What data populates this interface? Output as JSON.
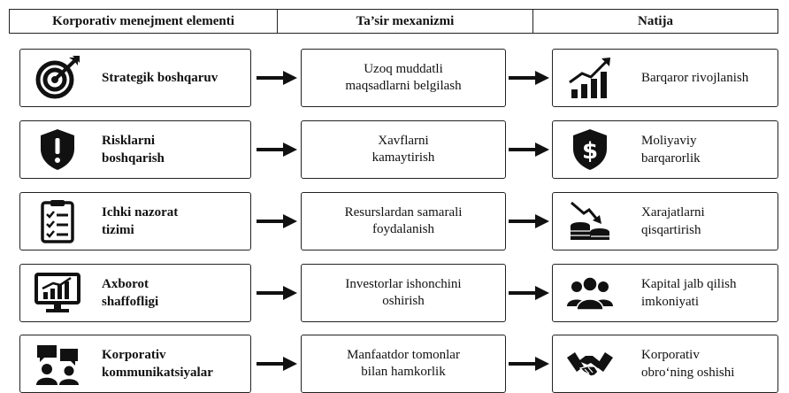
{
  "header": {
    "col1": "Korporativ menejment elementi",
    "col2": "Ta’sir mexanizmi",
    "col3": "Natija"
  },
  "rows": [
    {
      "element": [
        "Strategik boshqaruv"
      ],
      "mechanism": [
        "Uzoq muddatli",
        "maqsadlarni belgilash"
      ],
      "result": [
        "Barqaror rivojlanish"
      ],
      "element_icon": "target-icon",
      "result_icon": "growth-chart-icon"
    },
    {
      "element": [
        "Risklarni",
        "boshqarish"
      ],
      "mechanism": [
        "Xavflarni",
        "kamaytirish"
      ],
      "result": [
        "Moliyaviy",
        "barqarorlik"
      ],
      "element_icon": "shield-warning-icon",
      "result_icon": "dollar-shield-icon"
    },
    {
      "element": [
        "Ichki nazorat",
        "tizimi"
      ],
      "mechanism": [
        "Resurslardan samarali",
        "foydalanish"
      ],
      "result": [
        "Xarajatlarni",
        "qisqartirish"
      ],
      "element_icon": "checklist-icon",
      "result_icon": "coins-down-icon"
    },
    {
      "element": [
        "Axborot",
        "shaffofligi"
      ],
      "mechanism": [
        "Investorlar ishonchini",
        "oshirish"
      ],
      "result": [
        "Kapital jalb qilish",
        "imkoniyati"
      ],
      "element_icon": "monitor-chart-icon",
      "result_icon": "people-group-icon"
    },
    {
      "element": [
        "Korporativ",
        "kommunikatsiyalar"
      ],
      "mechanism": [
        "Manfaatdor tomonlar",
        "bilan hamkorlik"
      ],
      "result": [
        "Korporativ",
        "obro‘ning oshishi"
      ],
      "element_icon": "conversation-icon",
      "result_icon": "handshake-icon"
    }
  ]
}
